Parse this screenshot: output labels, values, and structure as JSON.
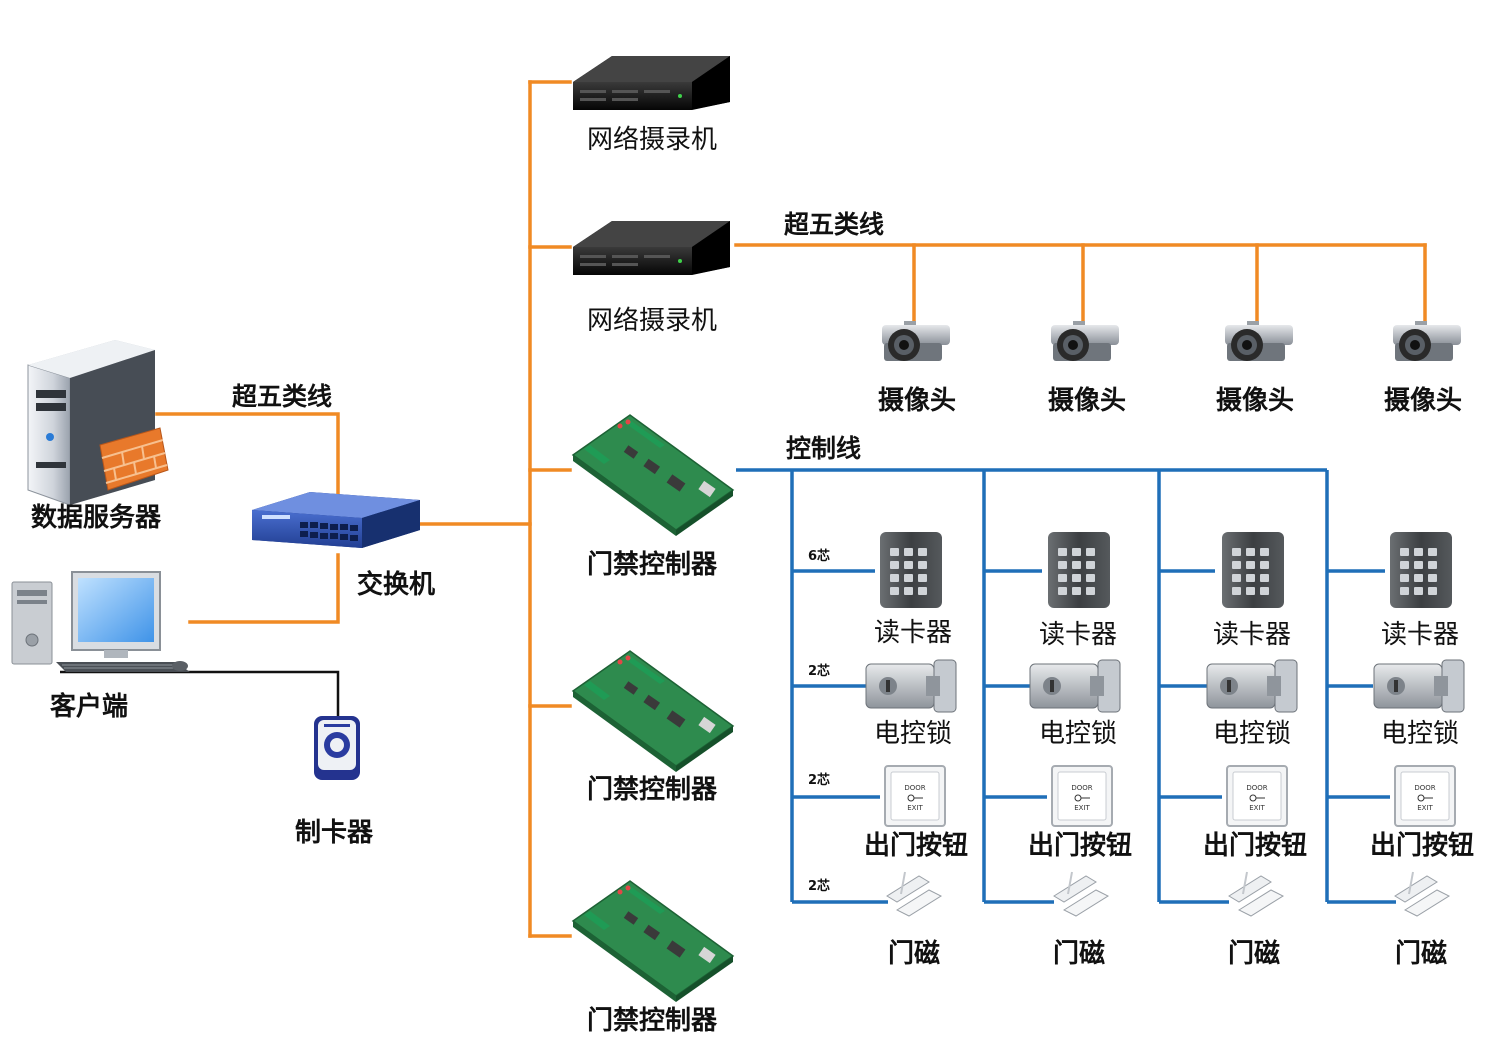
{
  "colors": {
    "ethernet": "#f08a24",
    "control": "#1f6fb8",
    "pcb": "#2e8b4e",
    "server": "#d9dde3",
    "firewall": "#e8792b"
  },
  "devices": {
    "data_server": "数据服务器",
    "switch": "交换机",
    "client": "客户端",
    "card_issuer": "制卡器",
    "nvr_1": "网络摄录机",
    "nvr_2": "网络摄录机",
    "controller_1": "门禁控制器",
    "controller_2": "门禁控制器",
    "controller_3": "门禁控制器"
  },
  "wire_labels": {
    "cat5e_server": "超五类线",
    "cat5e_cameras": "超五类线",
    "control_line": "控制线",
    "core_reader": "6芯",
    "core_lock": "2芯",
    "core_button": "2芯",
    "core_magnet": "2芯"
  },
  "cameras": [
    "摄像头",
    "摄像头",
    "摄像头",
    "摄像头"
  ],
  "door_groups": [
    {
      "reader": "读卡器",
      "lock": "电控锁",
      "exit_button": "出门按钮",
      "door_magnet": "门磁"
    },
    {
      "reader": "读卡器",
      "lock": "电控锁",
      "exit_button": "出门按钮",
      "door_magnet": "门磁"
    },
    {
      "reader": "读卡器",
      "lock": "电控锁",
      "exit_button": "出门按钮",
      "door_magnet": "门磁"
    },
    {
      "reader": "读卡器",
      "lock": "电控锁",
      "exit_button": "出门按钮",
      "door_magnet": "门磁"
    }
  ]
}
